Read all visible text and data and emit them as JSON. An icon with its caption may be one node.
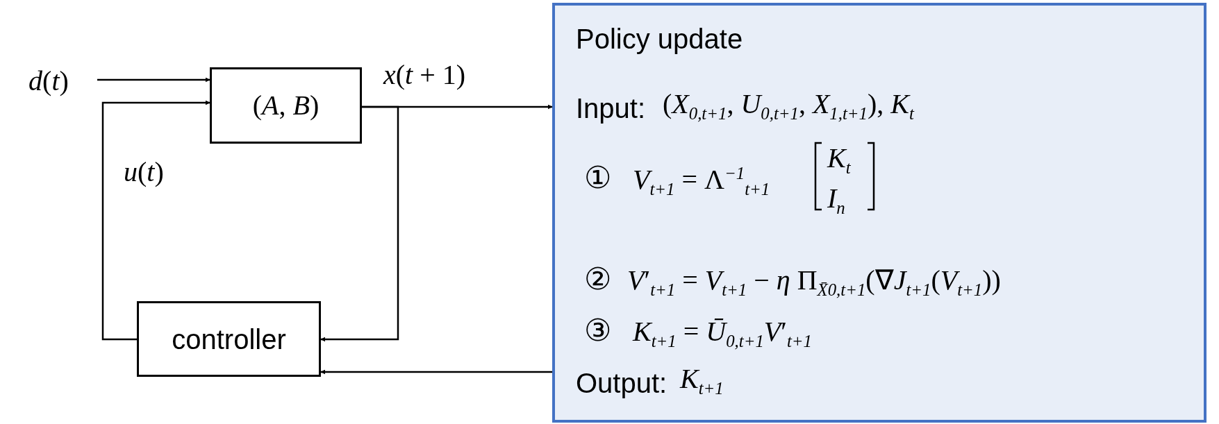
{
  "diagram": {
    "nodes": [
      {
        "text": [
          "*d*(*t*)"
        ]
      },
      {
        "text": [
          "(*A*, *B*)"
        ]
      },
      {
        "text": [
          "controller"
        ]
      },
      {
        "text": [
          "Policy update",
          "Input:",
          "(*X*$_{0,t+1}$, *U*$_{0,t+1}$, *X*$_{1,t+1}$), *K*$_{t}$",
          "①",
          "*V*$_{t+1}$ = Λ$^{−1}$$_{t+1}$",
          "*K*$_{t}$",
          "*I*$_{n}$",
          "②",
          "*V*′$_{t+1}$ = *V*$_{t+1}$ − *η* Π$_{X̄0,t+1}$(∇*J*$_{t+1}$(*V*$_{t+1}$))",
          "③",
          "*K*$_{t+1}$ = *Ū*$_{0,t+1}$*V*′$_{t+1}$",
          "Output:",
          "*K*$_{t+1}$"
        ]
      }
    ],
    "edges": [
      {
        "from": 0,
        "to": 1,
        "arrow": "to"
      },
      {
        "from": 1,
        "to": 3,
        "arrow": "to",
        "label": "*x*(*t* + 1)"
      },
      {
        "from": 1,
        "to": 2,
        "arrow": "to"
      },
      {
        "from": 2,
        "to": 1,
        "arrow": "to",
        "label": "*u*(*t*)"
      },
      {
        "from": 3,
        "to": 2,
        "arrow": "to"
      }
    ]
  }
}
